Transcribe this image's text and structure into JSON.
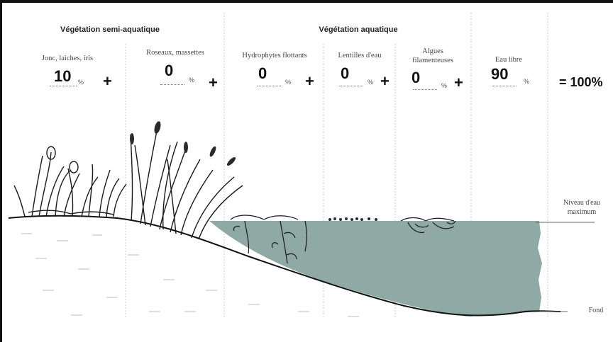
{
  "groups": {
    "semi_aquatic": "Végétation semi-aquatique",
    "aquatic": "Végétation aquatique"
  },
  "columns": [
    {
      "label": "Jonc, laiches, iris",
      "value": "10",
      "unit": "%",
      "operator": "+"
    },
    {
      "label": "Roseaux, massettes",
      "value": "0",
      "unit": "%",
      "operator": "+"
    },
    {
      "label": "Hydrophytes flottants",
      "value": "0",
      "unit": "%",
      "operator": "+"
    },
    {
      "label": "Lentilles d'eau",
      "value": "0",
      "unit": "%",
      "operator": "+"
    },
    {
      "label": "Algues filamenteuses",
      "value": "0",
      "unit": "%",
      "operator": "+"
    },
    {
      "label": "Eau libre",
      "value": "90",
      "unit": "%",
      "operator": ""
    }
  ],
  "total": "= 100%",
  "annotations": {
    "water_level": "Niveau d'eau maximum",
    "bottom": "Fond"
  },
  "colors": {
    "water": "#8fa9a5",
    "divider": "#cfcfcf",
    "ink": "#111111"
  }
}
